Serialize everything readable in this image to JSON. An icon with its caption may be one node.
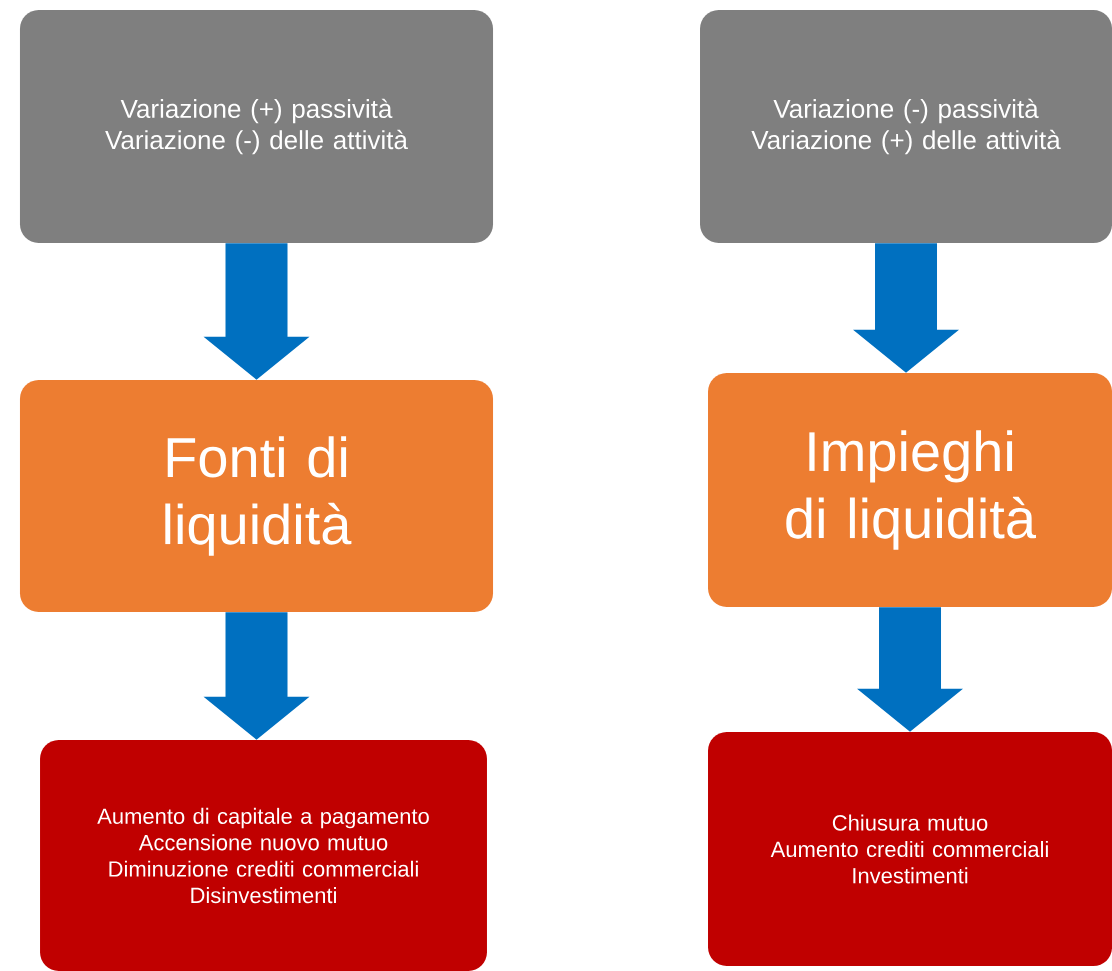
{
  "diagram": {
    "nodes": [
      {
        "text": [
          "Variazione (+) passività",
          "Variazione (-) delle attività"
        ]
      },
      {
        "text": [
          "Fonti di liquidità"
        ]
      },
      {
        "text": [
          "Aumento di capitale a pagamento",
          "Accensione nuovo mutuo",
          "Diminuzione crediti commerciali",
          "Disinvestimenti"
        ]
      },
      {
        "text": [
          "Variazione (-) passività",
          "Variazione (+) delle attività"
        ]
      },
      {
        "text": [
          "Impieghi di liquidità"
        ]
      },
      {
        "text": [
          "Chiusura mutuo",
          "Aumento crediti commerciali",
          "Investimenti"
        ]
      }
    ],
    "edges": [
      {
        "from": 0,
        "to": 1,
        "arrow": "to"
      },
      {
        "from": 1,
        "to": 2,
        "arrow": "to"
      },
      {
        "from": 3,
        "to": 4,
        "arrow": "to"
      },
      {
        "from": 4,
        "to": 5,
        "arrow": "to"
      }
    ]
  }
}
